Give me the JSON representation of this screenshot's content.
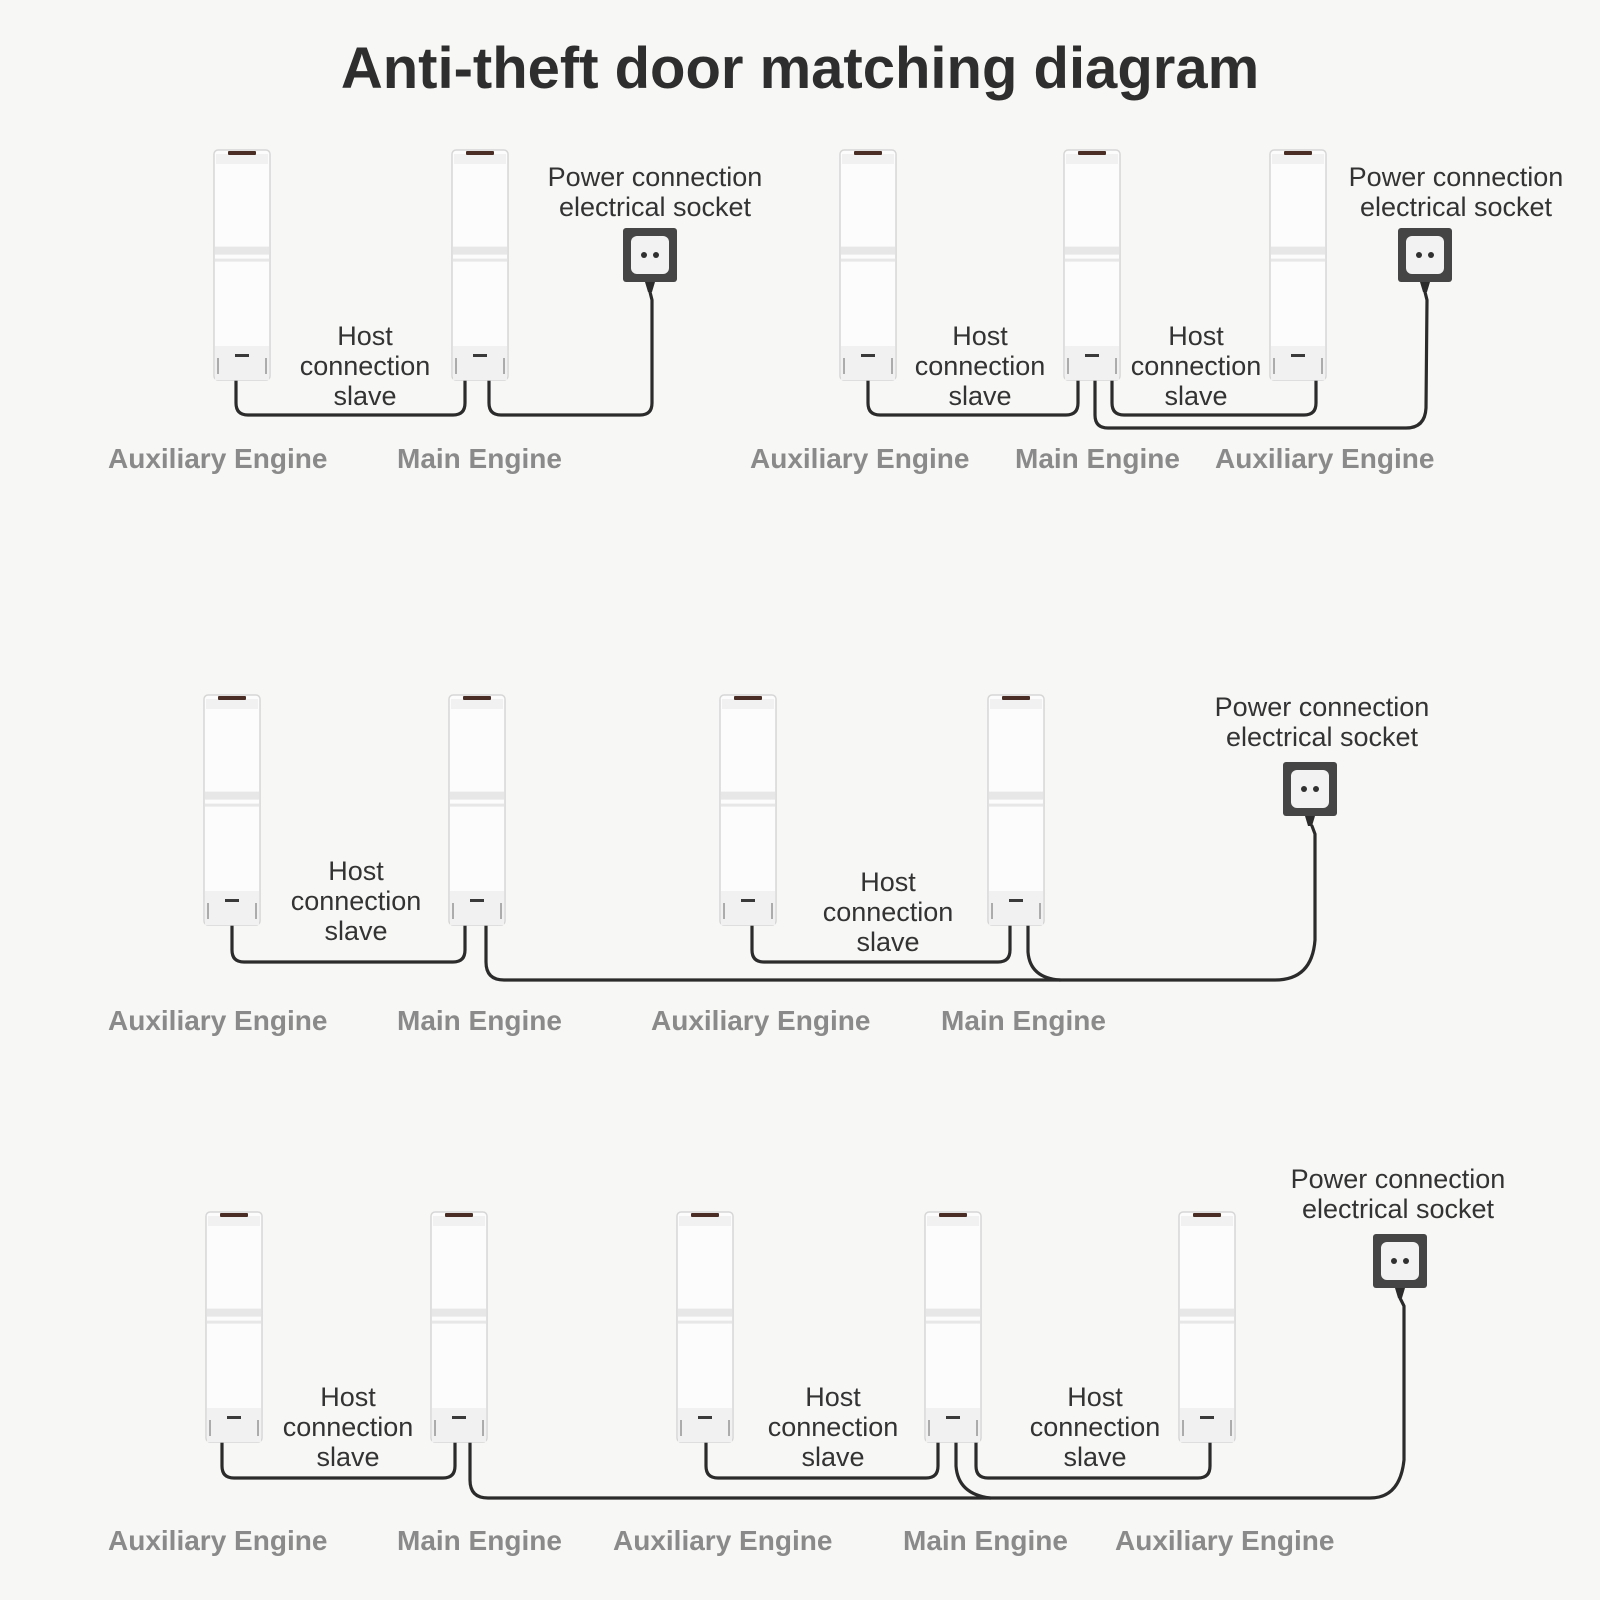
{
  "title": "Anti-theft door matching diagram",
  "colors": {
    "background": "#f7f7f5",
    "title": "#2e2e2e",
    "engine_label": "#8a8a8a",
    "cable": "#2b2b2b",
    "pole_cap": "#4a2e26",
    "socket": "#454545"
  },
  "icons": {
    "pedestal": "security-pedestal-icon",
    "socket": "power-socket-icon"
  },
  "labels": {
    "host": [
      "Host",
      "connection",
      "slave"
    ],
    "power": [
      "Power connection",
      "electrical socket"
    ],
    "auxiliary": "Auxiliary Engine",
    "main": "Main Engine"
  },
  "diagrams": [
    {
      "id": "two-pole",
      "sequence": [
        "Auxiliary Engine",
        "Main Engine"
      ]
    },
    {
      "id": "three-pole",
      "sequence": [
        "Auxiliary Engine",
        "Main Engine",
        "Auxiliary Engine"
      ]
    },
    {
      "id": "four-pole",
      "sequence": [
        "Auxiliary Engine",
        "Main Engine",
        "Auxiliary Engine",
        "Main Engine"
      ]
    },
    {
      "id": "five-pole",
      "sequence": [
        "Auxiliary Engine",
        "Main Engine",
        "Auxiliary Engine",
        "Main Engine",
        "Auxiliary Engine"
      ]
    }
  ]
}
